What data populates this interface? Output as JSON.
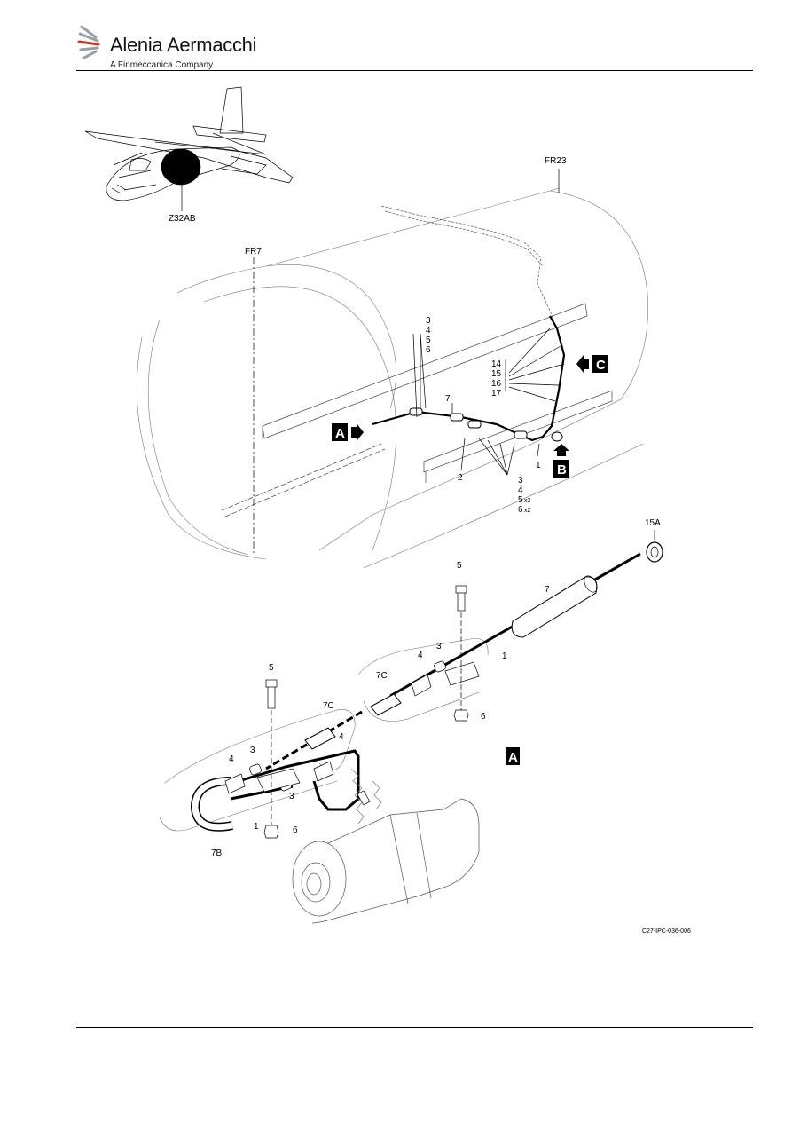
{
  "header": {
    "company_name": "Alenia Aermacchi",
    "company_tagline": "A Finmeccanica Company"
  },
  "overview": {
    "zone_label": "Z32AB",
    "frame_fwd": "FR7",
    "frame_aft": "FR23",
    "items_upper": [
      "3",
      "4",
      "5",
      "6"
    ],
    "item_7": "7",
    "items_clamp_group": [
      "14",
      "15",
      "16",
      "17"
    ],
    "item_1": "1",
    "item_2": "2",
    "items_lower": [
      "3",
      "4",
      "5",
      "6"
    ],
    "qty_x2": "x2",
    "view_a": "A",
    "view_b": "B",
    "view_c": "C"
  },
  "detail_a": {
    "title": "A",
    "labels": {
      "item_15a": "15A",
      "item_7": "7",
      "item_1": "1",
      "item_5": "5",
      "item_3": "3",
      "item_4": "4",
      "item_7c": "7C",
      "item_6": "6",
      "item_7b": "7B"
    }
  },
  "figure_ref": "C27-IPC-036-006"
}
